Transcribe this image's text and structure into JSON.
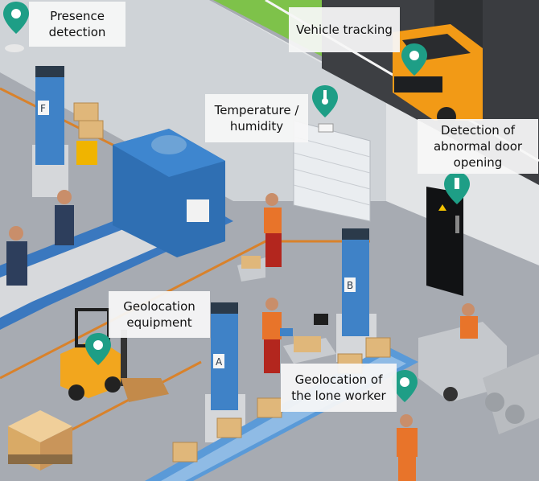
{
  "labels": {
    "presence_detection": [
      "Presence",
      "detection"
    ],
    "vehicle_tracking": [
      "Vehicle tracking"
    ],
    "temperature_humidity": [
      "Temperature /",
      "humidity"
    ],
    "door_opening": [
      "Detection of",
      "abnormal door",
      "opening"
    ],
    "geolocation_equipment": [
      "Geolocation",
      "equipment"
    ],
    "lone_worker": [
      "Geolocation of",
      "the lone worker"
    ]
  },
  "pillar_letters": {
    "pillar_f": "F",
    "pillar_b": "B",
    "pillar_a": "A"
  },
  "colors": {
    "pin": "#1e9e86",
    "floor": "#a7abb2",
    "wall": "#d9dcdf",
    "conveyor": "#2f78bf",
    "forklift": "#f2a61e",
    "truck": "#f29a16",
    "worker_orange": "#e8742a",
    "box": "#e0b77a"
  }
}
